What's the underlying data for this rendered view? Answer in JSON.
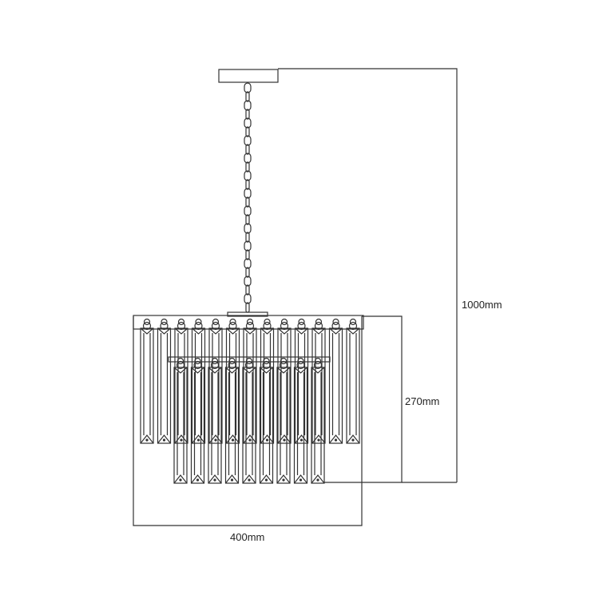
{
  "dimensions": {
    "total_height": "1000mm",
    "body_height": "270mm",
    "width": "400mm"
  },
  "colors": {
    "line": "#333333",
    "background": "#ffffff"
  }
}
